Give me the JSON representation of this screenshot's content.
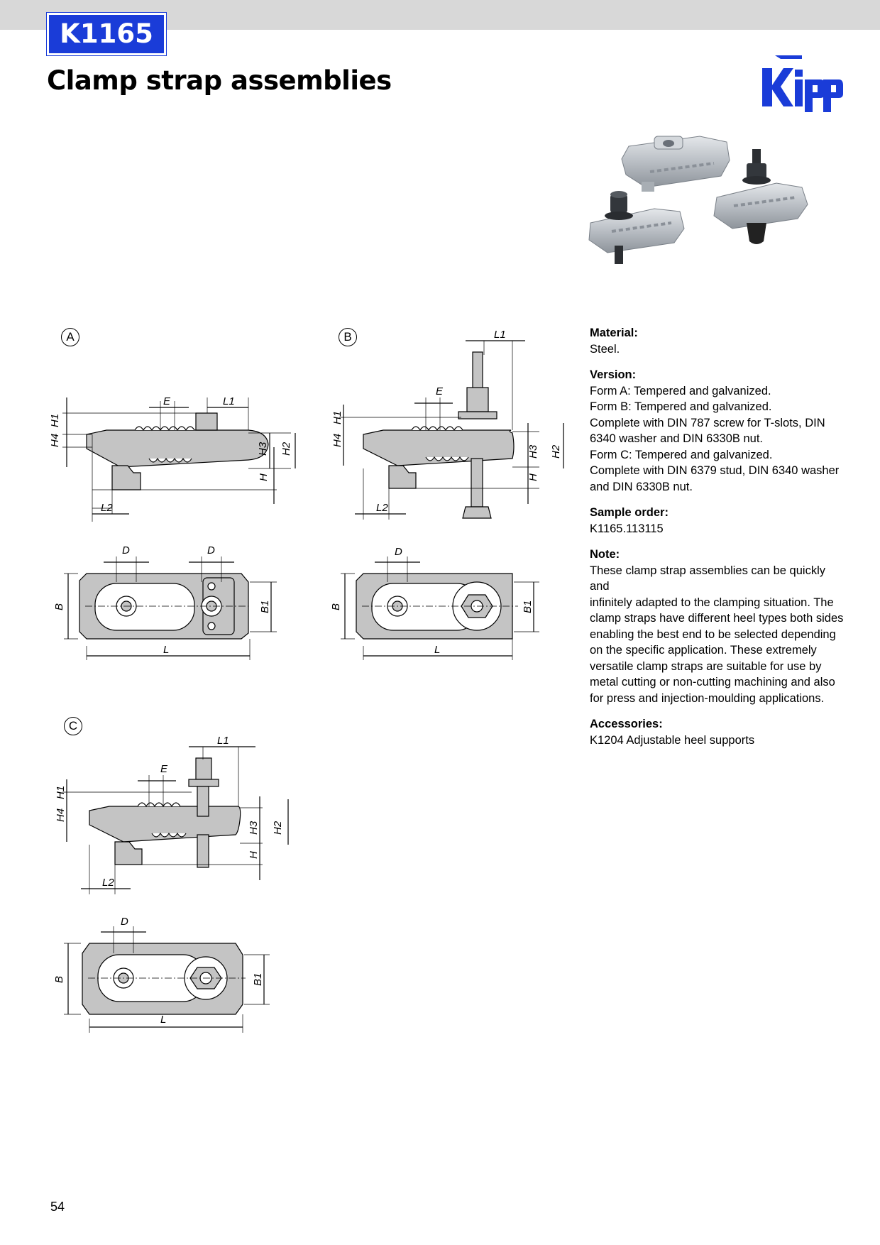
{
  "header": {
    "code": "K1165",
    "title": "Clamp strap assemblies"
  },
  "logo": {
    "name": "Kipp"
  },
  "forms": [
    {
      "label": "A",
      "dims_side": [
        "E",
        "L1",
        "H1",
        "H4",
        "H3",
        "H2",
        "H",
        "L2"
      ],
      "dims_top": [
        "D",
        "D",
        "B",
        "B1",
        "L"
      ]
    },
    {
      "label": "B",
      "dims_side": [
        "L1",
        "E",
        "H1",
        "H4",
        "H3",
        "H2",
        "H",
        "L2"
      ],
      "dims_top": [
        "D",
        "B",
        "B1",
        "L"
      ]
    },
    {
      "label": "C",
      "dims_side": [
        "L1",
        "E",
        "H1",
        "H4",
        "H3",
        "H2",
        "H",
        "L2"
      ],
      "dims_top": [
        "D",
        "B",
        "B1",
        "L"
      ]
    }
  ],
  "info": {
    "material": {
      "heading": "Material:",
      "lines": [
        "Steel."
      ]
    },
    "version": {
      "heading": "Version:",
      "lines": [
        "Form A: Tempered and galvanized.",
        "Form B: Tempered and galvanized.",
        "Complete with DIN 787 screw for T-slots, DIN",
        "6340 washer and DIN 6330B nut.",
        "Form C: Tempered and galvanized.",
        "Complete with DIN 6379 stud, DIN 6340 washer",
        "and DIN 6330B nut."
      ]
    },
    "sample_order": {
      "heading": "Sample order:",
      "lines": [
        "K1165.113115"
      ]
    },
    "note": {
      "heading": "Note:",
      "lines": [
        "These clamp strap assemblies can be quickly and",
        "infinitely adapted to the clamping situation. The",
        "clamp straps have different heel types both sides",
        "enabling the best end to be selected depending",
        "on the specific application. These extremely",
        "versatile clamp straps are suitable for use by",
        "metal cutting or non-cutting machining and also",
        "for press and injection-moulding applications."
      ]
    },
    "accessories": {
      "heading": "Accessories:",
      "lines": [
        "K1204 Adjustable heel supports"
      ]
    }
  },
  "footer": {
    "page_number": "54"
  }
}
